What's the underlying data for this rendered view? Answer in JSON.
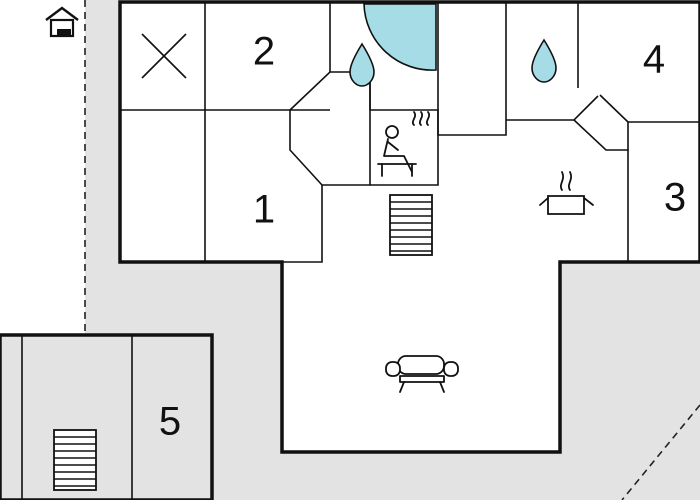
{
  "plan": {
    "room_labels": {
      "room_1": "1",
      "room_2": "2",
      "room_3": "3",
      "room_4": "4",
      "room_5": "5"
    },
    "colors": {
      "wall": "#111111",
      "terrace": "#e3e3e3",
      "water": "#a5dce6",
      "background": "#ffffff"
    },
    "icons": [
      "house-icon",
      "bed-cross-icon",
      "water-drop-icon",
      "sauna-icon",
      "stairs-icon",
      "cooking-pot-icon",
      "sofa-icon",
      "hot-tub-icon"
    ]
  }
}
